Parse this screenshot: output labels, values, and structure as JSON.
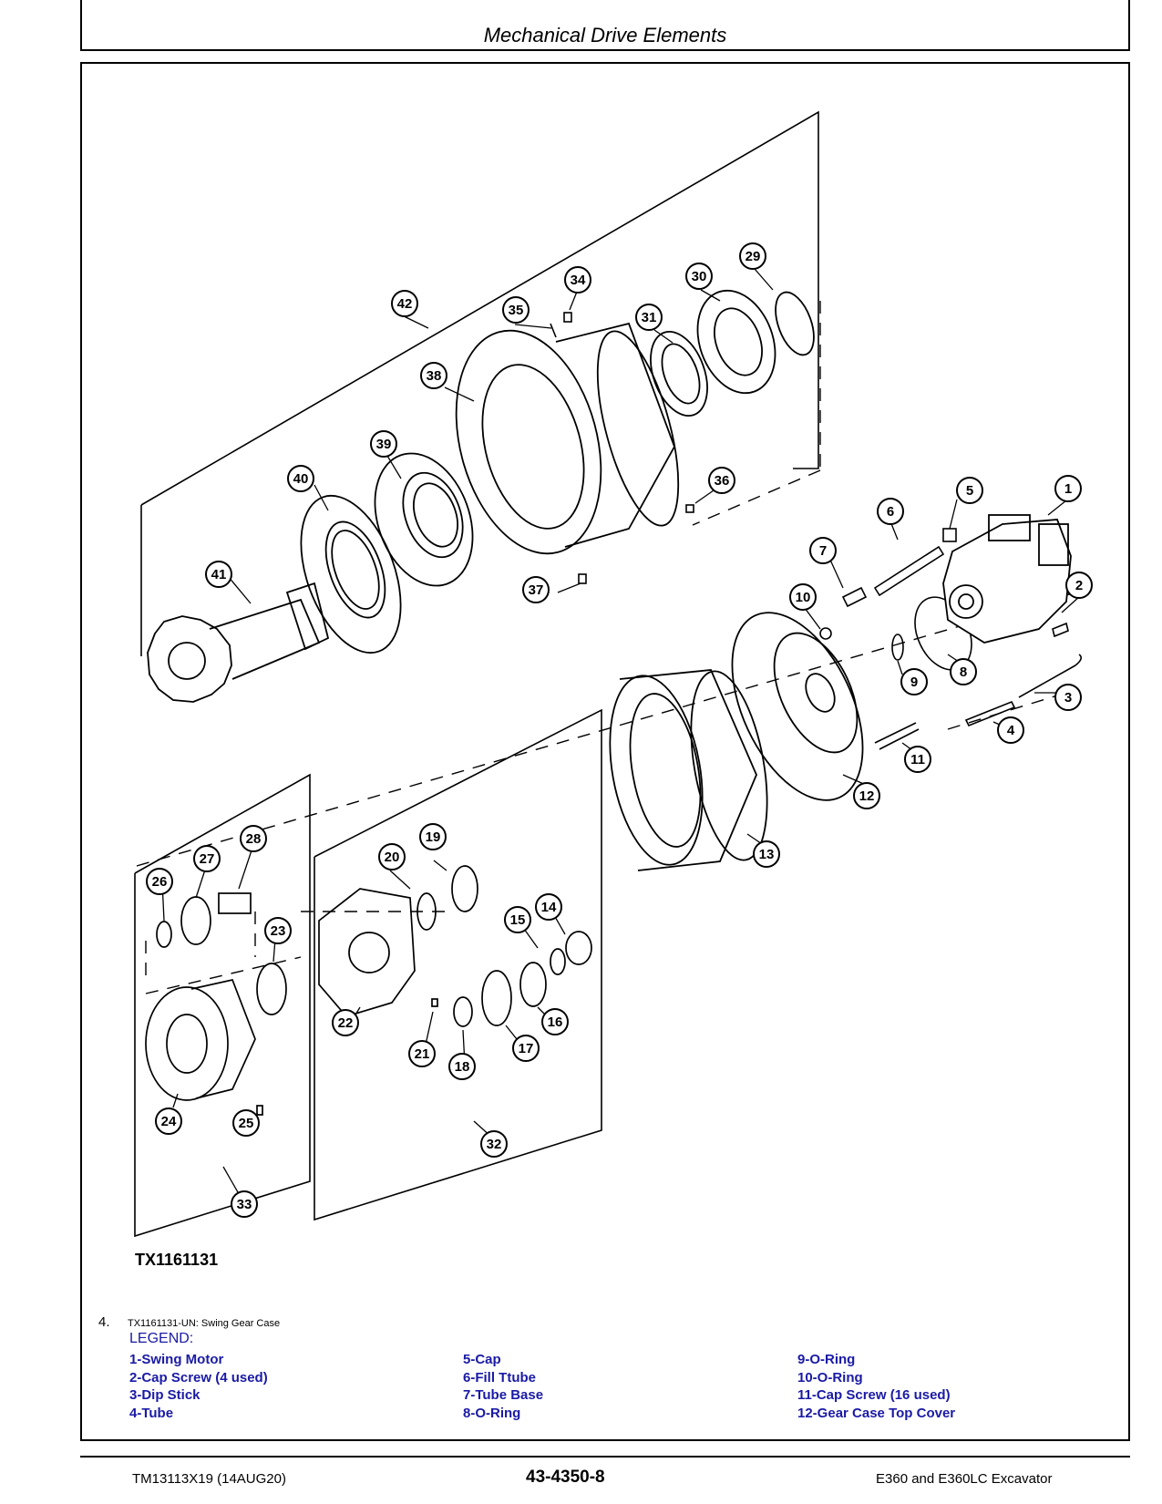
{
  "header": {
    "title": "Mechanical Drive Elements"
  },
  "figure": {
    "id": "TX1161131",
    "callouts": [
      "1",
      "2",
      "3",
      "4",
      "5",
      "6",
      "7",
      "8",
      "9",
      "10",
      "11",
      "12",
      "13",
      "14",
      "15",
      "16",
      "17",
      "18",
      "19",
      "20",
      "21",
      "22",
      "23",
      "24",
      "25",
      "26",
      "27",
      "28",
      "29",
      "30",
      "31",
      "32",
      "33",
      "34",
      "35",
      "36",
      "37",
      "38",
      "39",
      "40",
      "41",
      "42"
    ]
  },
  "caption": {
    "number": "4.",
    "text": "TX1161131-UN: Swing Gear Case"
  },
  "legend": {
    "title": "LEGEND:",
    "col1": [
      "1-Swing Motor",
      "2-Cap Screw (4 used)",
      "3-Dip Stick",
      "4-Tube"
    ],
    "col2": [
      "5-Cap",
      "6-Fill Ttube",
      "7-Tube Base",
      "8-O-Ring"
    ],
    "col3": [
      "9-O-Ring",
      "10-O-Ring",
      "11-Cap Screw (16 used)",
      "12-Gear Case Top Cover"
    ]
  },
  "footer": {
    "left": "TM13113X19 (14AUG20)",
    "center": "43-4350-8",
    "right": "E360 and E360LC Excavator"
  }
}
